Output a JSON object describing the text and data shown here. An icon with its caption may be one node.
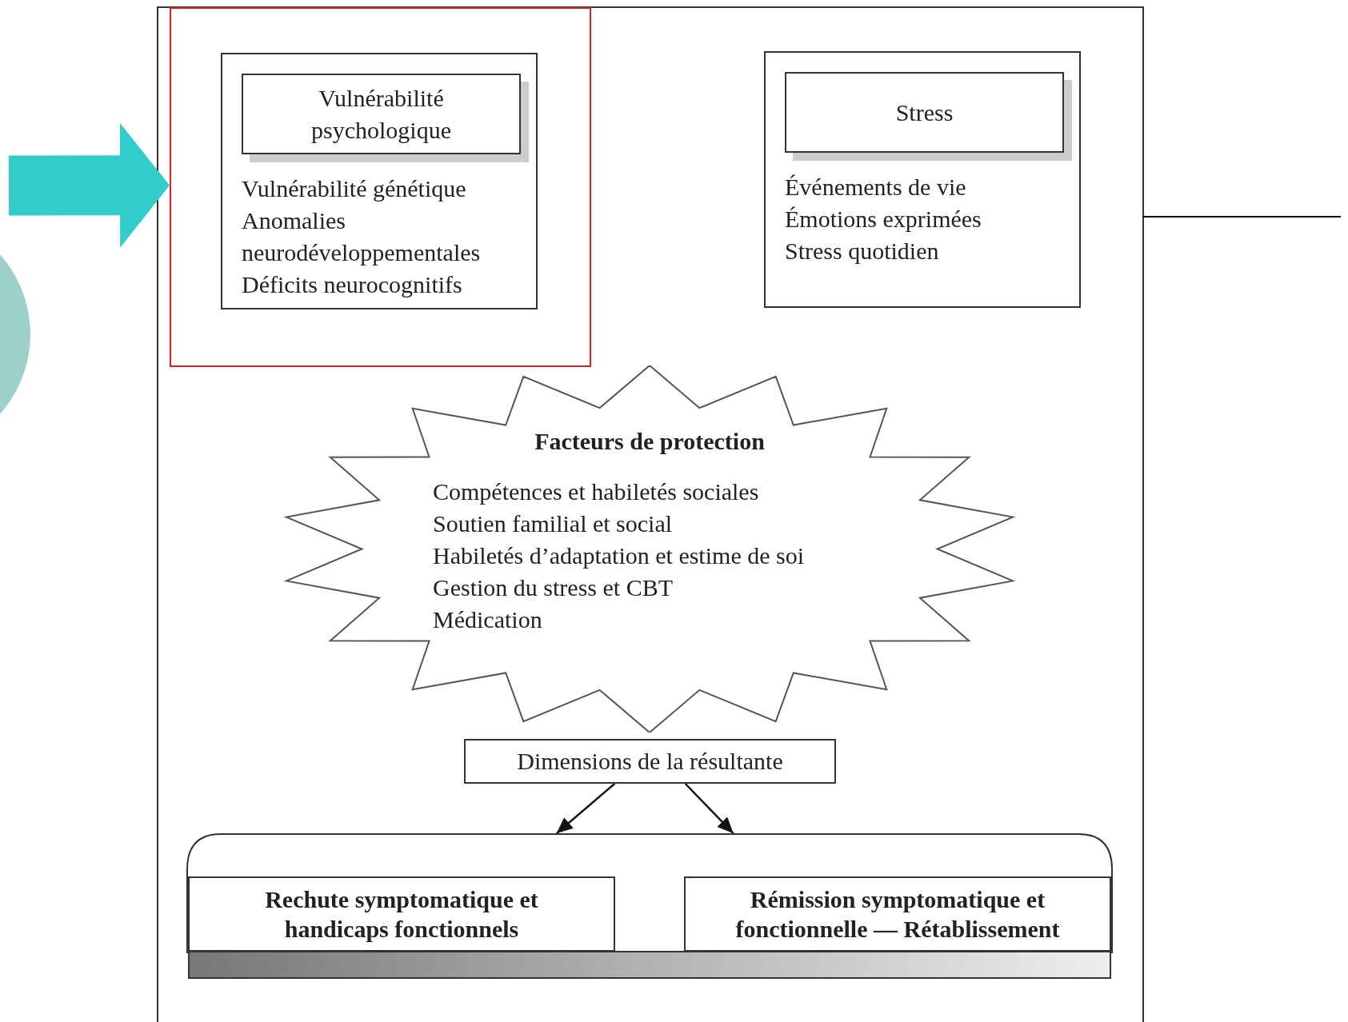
{
  "diagram": {
    "nodes": [
      {
        "text": [],
        "shape": "box"
      },
      {
        "text": [
          "Vulnérabilité génétique",
          "Anomalies neurodéveloppementales",
          "Déficits neurocognitifs"
        ],
        "in": 0
      },
      {
        "text": [
          "Vulnérabilité psychologique"
        ],
        "in": 1
      },
      {
        "text": [
          "Événements de vie",
          "Émotions exprimées",
          "Stress quotidien"
        ]
      },
      {
        "text": [
          "Stress"
        ],
        "in": 3
      },
      {
        "text": [
          "Facteurs de protection",
          "Compétences et habiletés sociales",
          "Soutien familial et social",
          "Habiletés d’adaptation et estime de soi",
          "Gestion du stress et CBT",
          "Médication"
        ]
      },
      {
        "text": [
          "Dimensions de la résultante"
        ]
      },
      {
        "text": [],
        "shape": "box"
      },
      {
        "text": [
          "Rechute symptomatique et handicaps fonctionnels"
        ],
        "in": 7
      },
      {
        "text": [
          "Rémission symptomatique et fonctionnelle — Rétablissement"
        ],
        "in": 7
      },
      {
        "text": [],
        "shape": "bar"
      }
    ],
    "edges": [
      {
        "from": null,
        "to": 0,
        "arrow": "to",
        "style": "thick",
        "color": "#33cccc"
      },
      {
        "from": 6,
        "to": 7,
        "arrow": "to"
      },
      {
        "from": 6,
        "to": 7,
        "arrow": "to"
      }
    ]
  }
}
